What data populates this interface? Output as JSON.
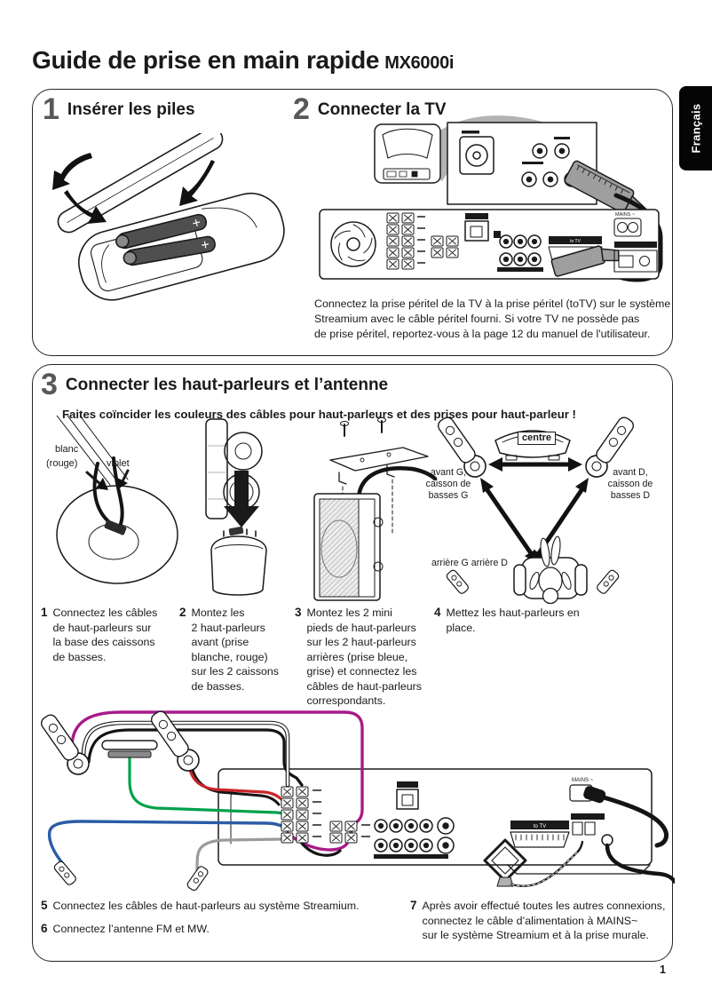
{
  "page": {
    "title": "Guide de prise en main rapide",
    "model": "MX6000i",
    "language_tab": "Français",
    "page_number": "1"
  },
  "colors": {
    "cable_magenta": "#a81a88",
    "cable_red": "#c9252b",
    "cable_green": "#00a14b",
    "cable_blue": "#2a5ba5",
    "cable_grey": "#9b9b9b",
    "cable_black": "#141414",
    "swoosh_grey": "#b3b3b3",
    "plug_grey": "#9e9e9e",
    "section_number_grey": "#58585a"
  },
  "panel_labels": {
    "mains": "MAINS ~",
    "to_tv": "to TV"
  },
  "section1": {
    "number": "1",
    "title": "Insérer les piles"
  },
  "section2": {
    "number": "2",
    "title": "Connecter la TV",
    "body": "Connectez la prise péritel de la TV à la prise péritel (toTV) sur le système\nStreamium avec le câble péritel fourni. Si votre TV ne possède pas\nde prise péritel, reportez-vous à la page 12 du manuel de l'utilisateur."
  },
  "section3": {
    "number": "3",
    "title": "Connecter les haut-parleurs et l’antenne",
    "subtitle": "Faites coïncider les couleurs des câbles pour haut-parleurs et des prises pour haut-parleur !",
    "labels": {
      "blanc": "blanc",
      "rouge": "(rouge)",
      "violet": "violet",
      "centre": "centre",
      "avant_g": "avant G,\ncaisson de\nbasses G",
      "avant_d": "avant D,\ncaisson de\nbasses D",
      "arriere": "arrière G arrière D"
    },
    "steps": [
      {
        "num": "1",
        "text": "Connectez les câbles\nde haut-parleurs sur\nla base des caissons\nde basses."
      },
      {
        "num": "2",
        "text": "Montez les\n2 haut-parleurs\navant (prise\nblanche, rouge)\nsur les 2 caissons\nde basses."
      },
      {
        "num": "3",
        "text": "Montez les 2 mini\npieds de haut-parleurs\nsur les 2 haut-parleurs\narrières (prise bleue,\ngrise) et connectez les\ncâbles de haut-parleurs\ncorrespondants."
      },
      {
        "num": "4",
        "text": "Mettez les haut-parleurs en\nplace."
      }
    ],
    "bottom_steps": [
      {
        "num": "5",
        "text": "Connectez les câbles de haut-parleurs au système Streamium."
      },
      {
        "num": "6",
        "text": "Connectez l’antenne FM et MW."
      },
      {
        "num": "7",
        "text": "Après avoir effectué toutes les autres connexions,\nconnectez le câble d’alimentation à MAINS~\nsur le système Streamium et à la prise murale."
      }
    ]
  }
}
